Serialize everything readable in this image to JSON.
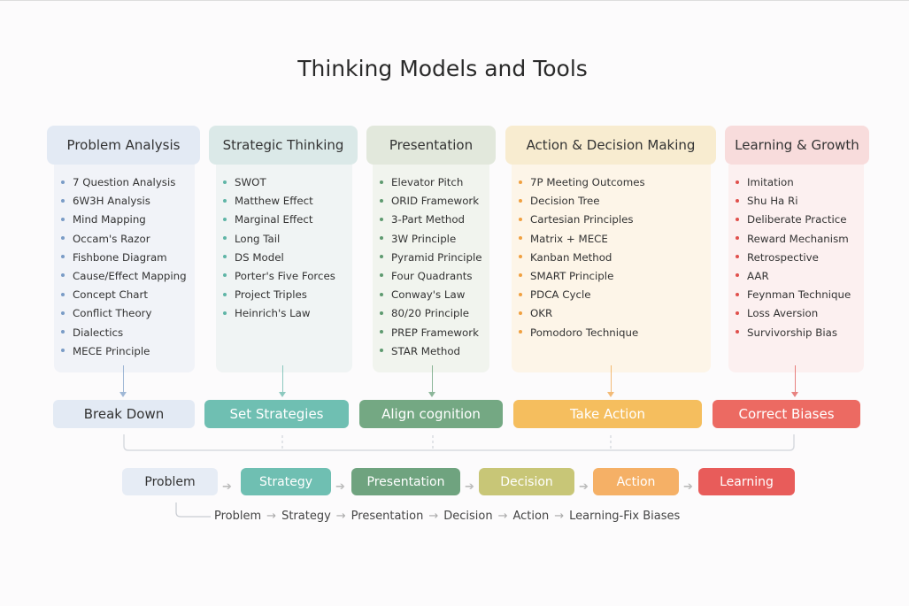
{
  "title": "Thinking Models and Tools",
  "columns": [
    {
      "header": "Problem Analysis",
      "action": "Break Down",
      "color": "#7a9cc6",
      "items": [
        "7 Question Analysis",
        "6W3H Analysis",
        "Mind Mapping",
        "Occam's Razor",
        "Fishbone Diagram",
        "Cause/Effect Mapping",
        "Concept Chart",
        "Conflict Theory",
        "Dialectics",
        "MECE Principle"
      ]
    },
    {
      "header": "Strategic Thinking",
      "action": "Set Strategies",
      "color": "#5fb5a6",
      "items": [
        "SWOT",
        "Matthew Effect",
        "Marginal Effect",
        "Long Tail",
        "DS Model",
        "Porter's Five Forces",
        "Project Triples",
        "Heinrich's Law"
      ]
    },
    {
      "header": "Presentation",
      "action": "Align cognition",
      "color": "#5e9a70",
      "items": [
        "Elevator Pitch",
        "ORID Framework",
        "3-Part Method",
        "3W Principle",
        "Pyramid Principle",
        "Four Quadrants",
        "Conway's Law",
        "80/20 Principle",
        "PREP Framework",
        "STAR Method"
      ]
    },
    {
      "header": "Action & Decision Making",
      "action": "Take Action",
      "color": "#f0a040",
      "items": [
        "7P Meeting Outcomes",
        "Decision Tree",
        "Cartesian Principles",
        "Matrix + MECE",
        "Kanban Method",
        "SMART Principle",
        "PDCA Cycle",
        "OKR",
        "Pomodoro Technique"
      ]
    },
    {
      "header": "Learning & Growth",
      "action": "Correct Biases",
      "color": "#e0504c",
      "items": [
        "Imitation",
        "Shu Ha Ri",
        "Deliberate Practice",
        "Reward Mechanism",
        "Retrospective",
        "AAR",
        "Feynman Technique",
        "Loss Aversion",
        "Survivorship Bias"
      ]
    }
  ],
  "flow": [
    "Problem",
    "Strategy",
    "Presentation",
    "Decision",
    "Action",
    "Learning"
  ],
  "sequence": [
    "Problem",
    "Strategy",
    "Presentation",
    "Decision",
    "Action",
    "Learning-Fix Biases"
  ]
}
